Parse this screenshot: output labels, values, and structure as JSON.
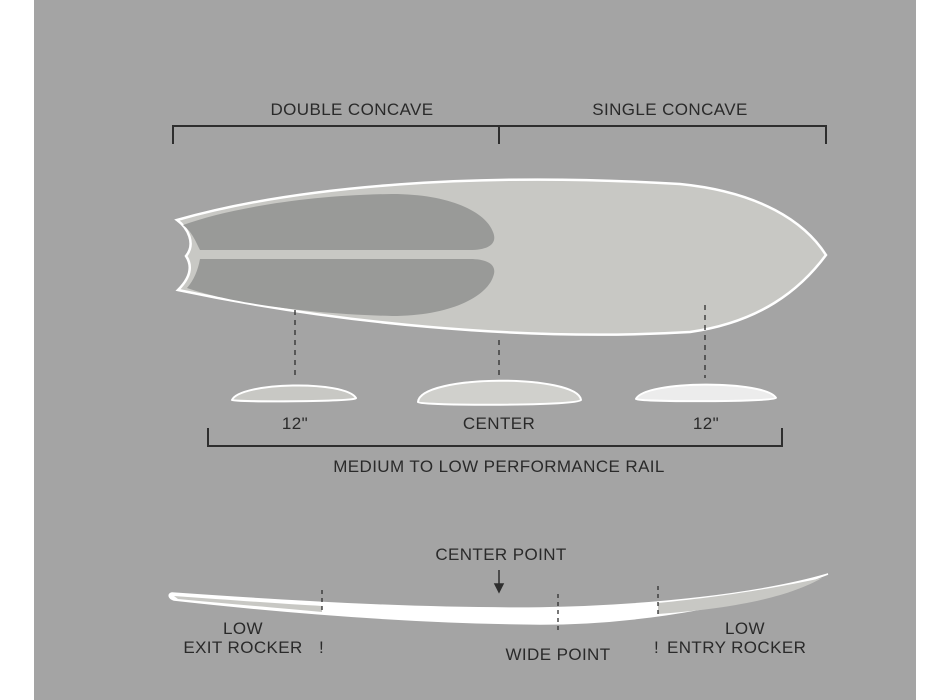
{
  "concave": {
    "double_label": "DOUBLE CONCAVE",
    "single_label": "SINGLE CONCAVE"
  },
  "rails": {
    "left_label": "12\"",
    "center_label": "CENTER",
    "right_label": "12\"",
    "caption": "MEDIUM TO LOW PERFORMANCE RAIL"
  },
  "rocker": {
    "center_point_label": "CENTER POINT",
    "exit_line1": "LOW",
    "exit_line2": "EXIT ROCKER",
    "wide_point_label": "WIDE POINT",
    "entry_line1": "LOW",
    "entry_line2": "ENTRY ROCKER",
    "marker_glyph": "!"
  },
  "colors": {
    "background": "#a4a4a4",
    "board_fill": "#c8c8c4",
    "concave_fill": "#999a98",
    "outline": "#ffffff",
    "bracket": "#2e2e2e",
    "text": "#2a2a2a"
  }
}
